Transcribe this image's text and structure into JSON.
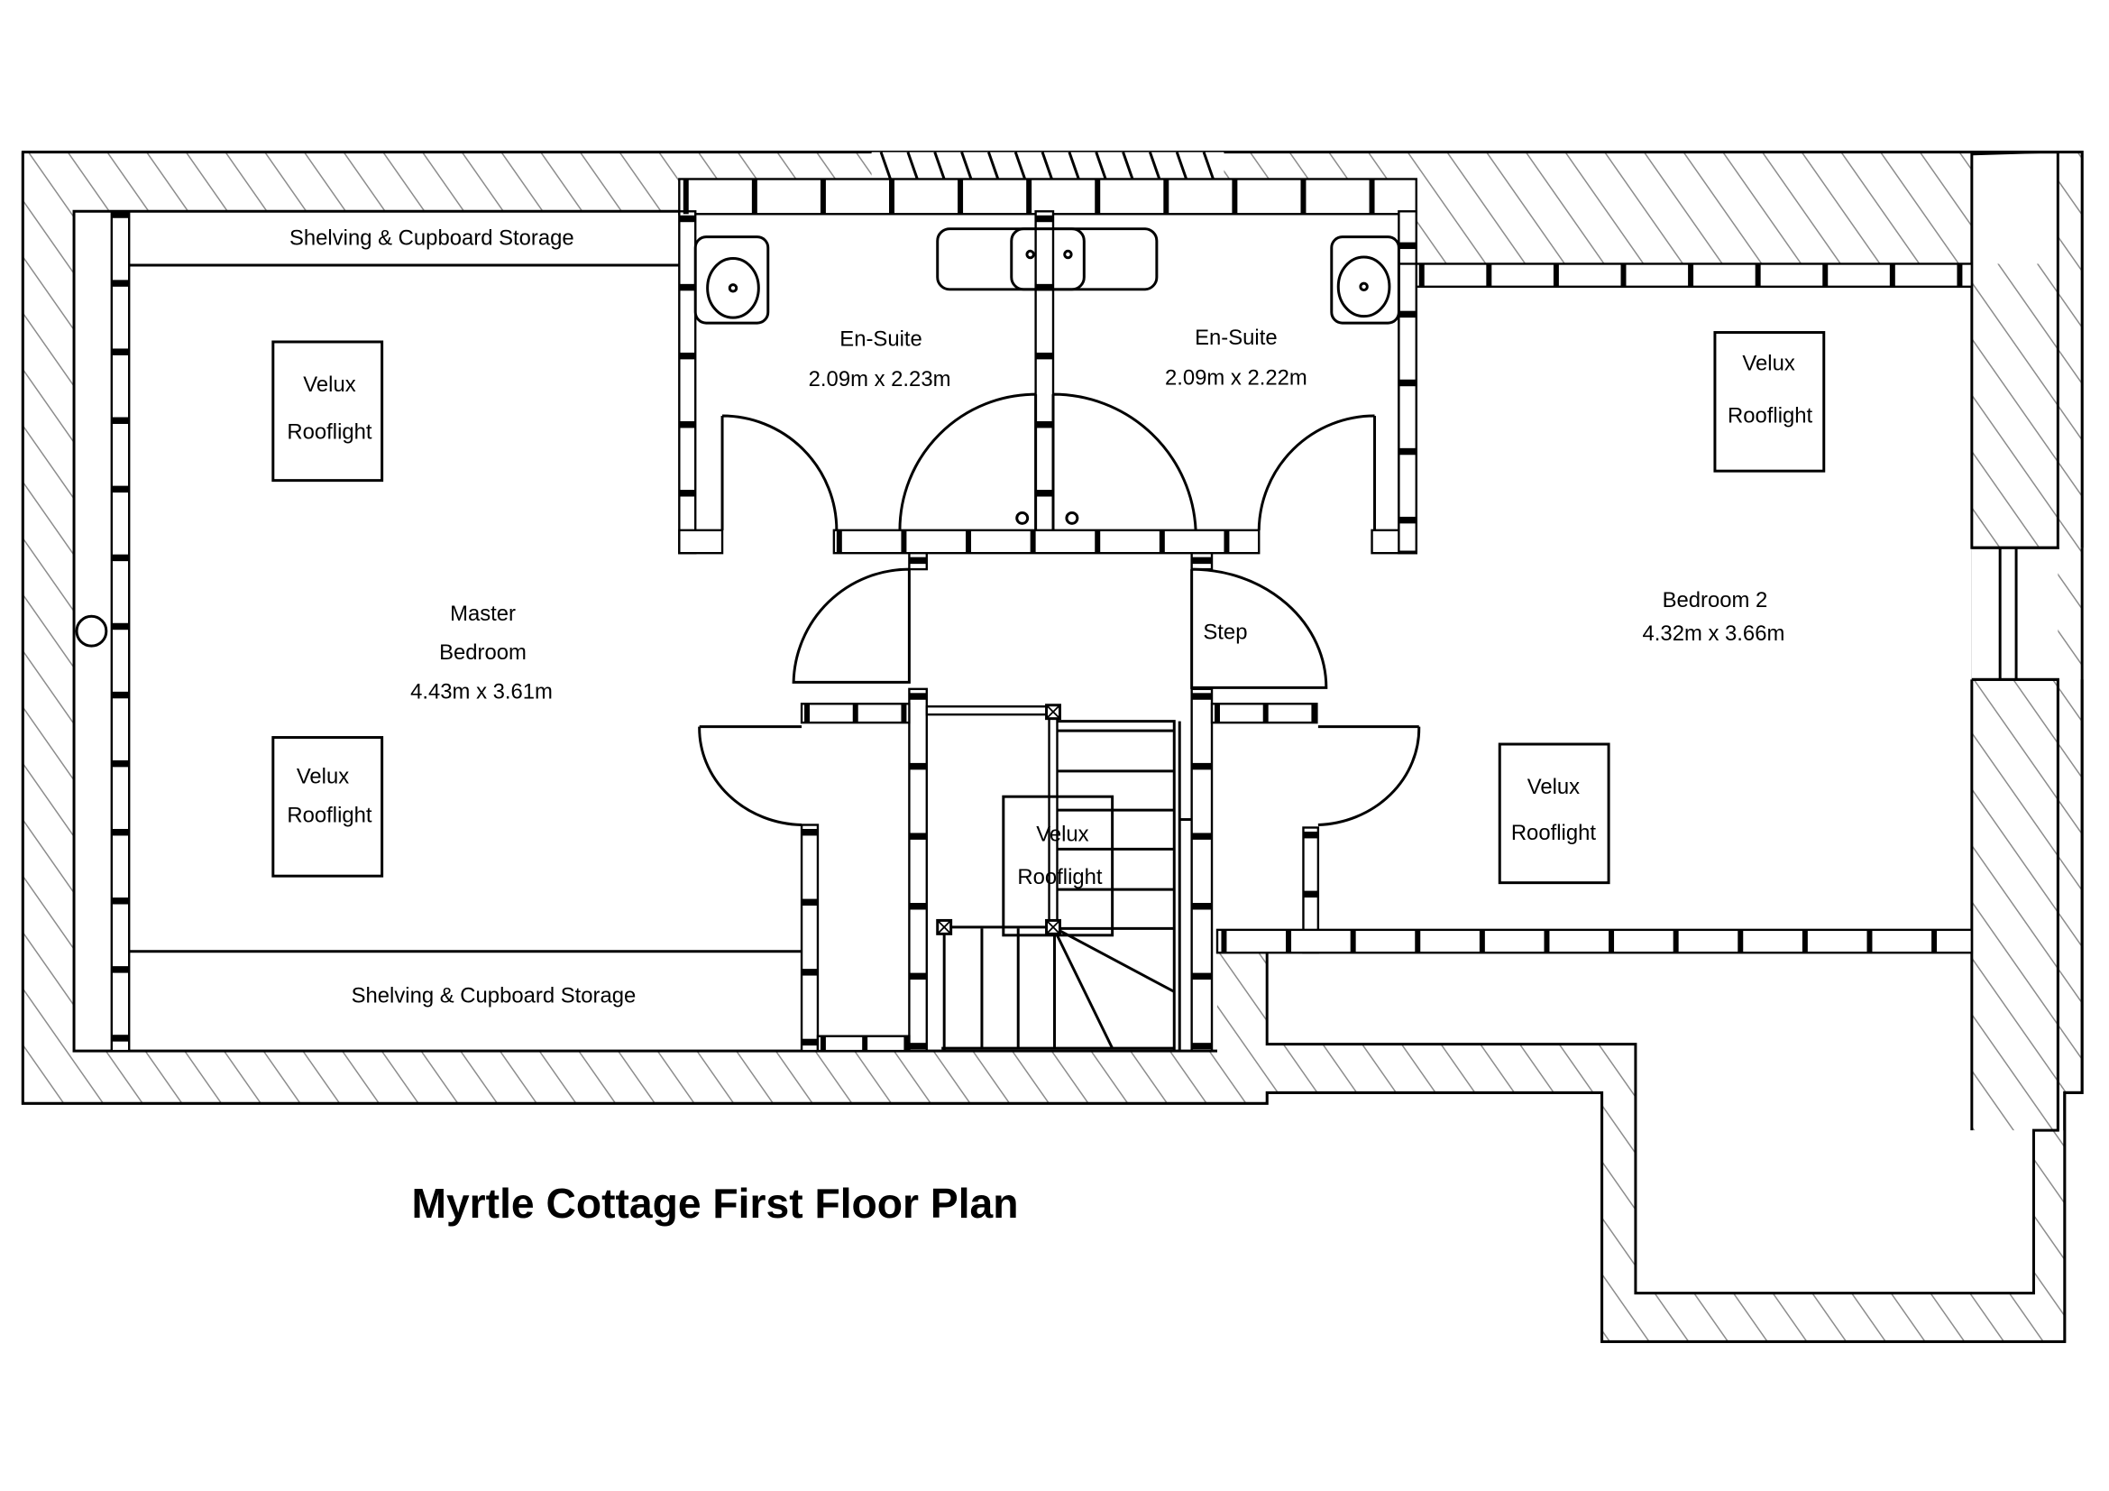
{
  "title": "Myrtle Cottage First Floor Plan",
  "rooms": {
    "master_bedroom": {
      "name_line1": "Master",
      "name_line2": "Bedroom",
      "dimensions": "4.43m x 3.61m"
    },
    "ensuite_left": {
      "name": "En-Suite",
      "dimensions": "2.09m x 2.23m"
    },
    "ensuite_right": {
      "name": "En-Suite",
      "dimensions": "2.09m x 2.22m"
    },
    "bedroom_2": {
      "name": "Bedroom 2",
      "dimensions": "4.32m x 3.66m"
    }
  },
  "storage": {
    "top": "Shelving & Cupboard Storage",
    "bottom": "Shelving & Cupboard Storage"
  },
  "landing": {
    "step_label": "Step"
  },
  "rooflights": [
    {
      "line1": "Velux",
      "line2": "Rooflight",
      "location": "master-bedroom-upper"
    },
    {
      "line1": "Velux",
      "line2": "Rooflight",
      "location": "master-bedroom-lower"
    },
    {
      "line1": "Velux",
      "line2": "Rooflight",
      "location": "stairwell"
    },
    {
      "line1": "Velux",
      "line2": "Rooflight",
      "location": "bedroom-2-upper"
    },
    {
      "line1": "Velux",
      "line2": "Rooflight",
      "location": "bedroom-2-lower"
    }
  ],
  "colors": {
    "line": "#000000",
    "hatch": "#8c8c8c",
    "background": "#ffffff"
  }
}
